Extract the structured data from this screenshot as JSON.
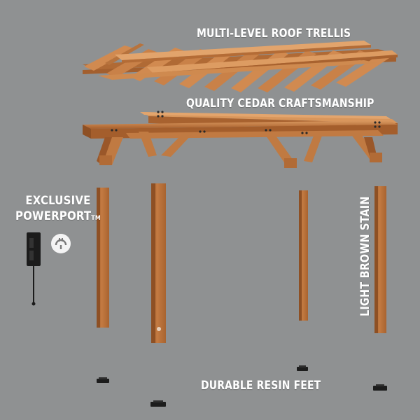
{
  "labels": {
    "roof_trellis": "MULTI-LEVEL ROOF TRELLIS",
    "cedar": "QUALITY CEDAR CRAFTSMANSHIP",
    "powerport_line1": "EXCLUSIVE",
    "powerport_line2": "POWERPORT",
    "powerport_tm": "TM",
    "stain": "LIGHT BROWN STAIN",
    "resin_feet": "DURABLE RESIN FEET"
  },
  "colors": {
    "background": "#8f9192",
    "wood_light": "#d48a4e",
    "wood_mid": "#b9703a",
    "wood_dark": "#8e5024",
    "resin": "#1c1c1c"
  },
  "icons": {
    "power_plug": "power-plug-icon",
    "power_port": "power-port-device"
  }
}
